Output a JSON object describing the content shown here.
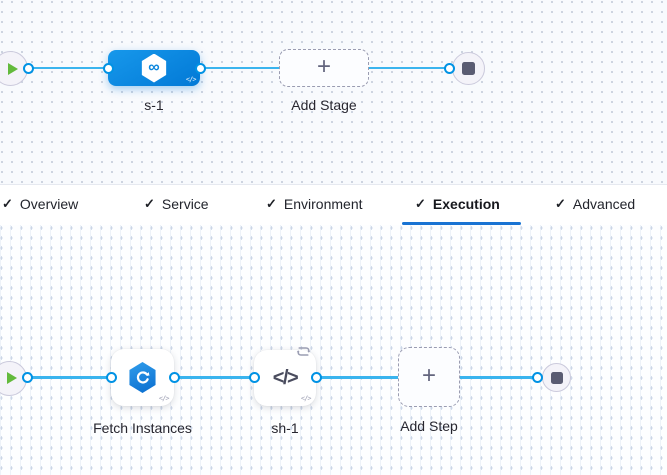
{
  "pipeline": {
    "stage_label": "s-1",
    "add_stage_label": "Add Stage"
  },
  "tabs": [
    {
      "label": "Overview",
      "checked": true,
      "active": false
    },
    {
      "label": "Service",
      "checked": true,
      "active": false
    },
    {
      "label": "Environment",
      "checked": true,
      "active": false
    },
    {
      "label": "Execution",
      "checked": true,
      "active": true
    },
    {
      "label": "Advanced",
      "checked": true,
      "active": false
    }
  ],
  "execution": {
    "steps": [
      {
        "label": "Fetch Instances"
      },
      {
        "label": "sh-1"
      }
    ],
    "add_step_label": "Add Step"
  },
  "glyphs": {
    "check": "✓",
    "plus": "+",
    "infinity": "∞",
    "code_badge": "</>",
    "shell_step": "</>"
  },
  "colors": {
    "connector_blue": "#3AB4EE",
    "port_blue": "#0092E4",
    "stage_blue": "#0D8BE4",
    "active_tab_underline": "#1873D3",
    "play_green": "#63BA3C",
    "stop_gray": "#5A5C72",
    "canvas_top_bg": "#F8FAFD",
    "canvas_bottom_bg": "#FDFEFF"
  }
}
